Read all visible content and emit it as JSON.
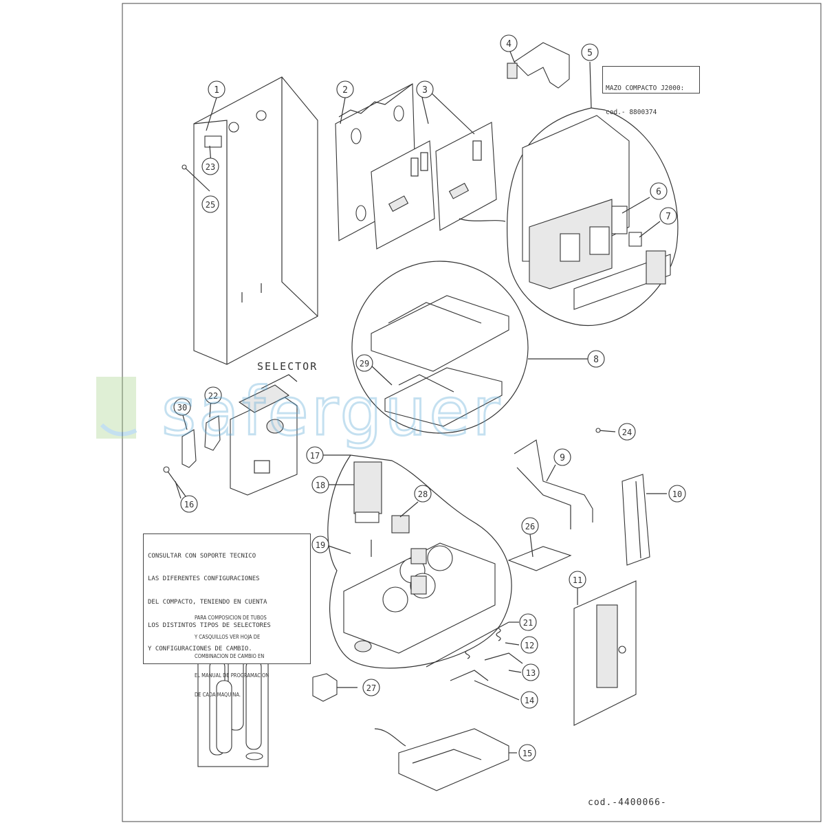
{
  "watermark": "saferguer",
  "watermark_color": "#5aa7d6",
  "mazo_box": {
    "line1": "MAZO COMPACTO J2000:",
    "line2": "cod.- 8800374"
  },
  "selector_label": "SELECTOR",
  "note_consultar": [
    "CONSULTAR CON SOPORTE TECNICO",
    "LAS DIFERENTES CONFIGURACIONES",
    "DEL COMPACTO, TENIENDO EN CUENTA",
    "LOS DISTINTOS TIPOS DE SELECTORES",
    "Y CONFIGURACIONES DE CAMBIO."
  ],
  "note_tubos": [
    "PARA COMPOSICION DE TUBOS",
    "Y CASQUILLOS VER HOJA DE",
    "COMBINACION DE CAMBIO EN",
    "EL MANUAL DE PROGRAMACION",
    "DE CADA MAQUINA."
  ],
  "doc_code": "cod.-4400066-",
  "callouts": [
    "1",
    "2",
    "3",
    "4",
    "5",
    "6",
    "7",
    "8",
    "9",
    "10",
    "11",
    "12",
    "13",
    "14",
    "15",
    "16",
    "17",
    "18",
    "19",
    "21",
    "22",
    "23",
    "24",
    "25",
    "26",
    "27",
    "28",
    "29",
    "30"
  ]
}
